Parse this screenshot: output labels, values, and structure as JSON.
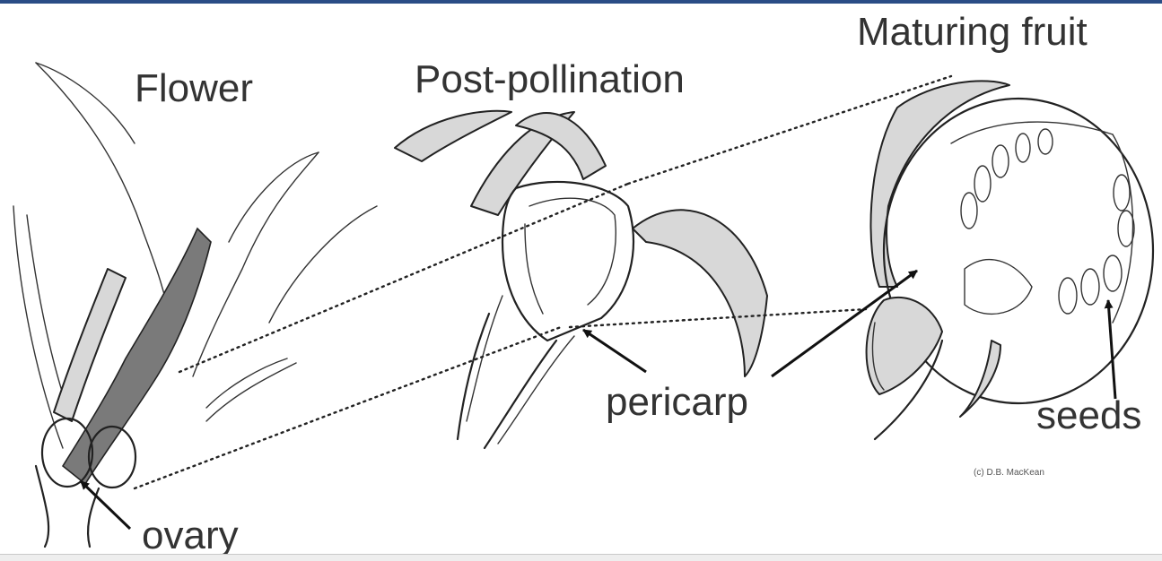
{
  "colors": {
    "top_rule": "#2a4d86",
    "ink": "#222222",
    "shade": "#d8d8d8"
  },
  "labels": {
    "flower": "Flower",
    "post_pollination": "Post-pollination",
    "maturing_fruit": "Maturing fruit",
    "ovary": "ovary",
    "pericarp": "pericarp",
    "seeds": "seeds",
    "credit": "(c) D.B. MacKean"
  }
}
